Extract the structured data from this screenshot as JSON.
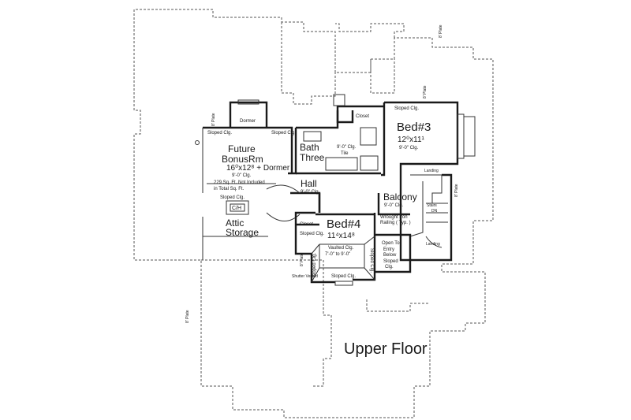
{
  "plan_title": "Upper Floor",
  "rooms": {
    "bonus": {
      "name_line1": "Future",
      "name_line2": "BonusRm",
      "dims": "16⁰x12⁸ + Dormer",
      "ceiling": "9'-0\" Clg.",
      "note_line1": "229 Sq. Ft. Not Included",
      "note_line2": "in Total Sq. Ft."
    },
    "dormer": "Dormer",
    "bath": {
      "name_line1": "Bath",
      "name_line2": "Three",
      "ceiling": "9'-0\" Clg.",
      "tile": "Tile"
    },
    "closet_top": "Closet",
    "bed3": {
      "name": "Bed#3",
      "dims": "12⁰x11¹",
      "ceiling": "9'-0\" Clg."
    },
    "hall": {
      "name": "Hall",
      "ceiling": "9'-0\" Clg."
    },
    "balcony": {
      "name": "Balcony",
      "ceiling": "9'-0\" Clg.",
      "note_line1": "Wrought Iron",
      "note_line2": "Railing ( Typ. )"
    },
    "landing_top": "Landing",
    "landing_bottom": "Landing",
    "stairs": "Stairs",
    "stairs_dir": "DN",
    "open_to_entry": {
      "line1": "Open To",
      "line2": "Entry",
      "line3": "Below",
      "line4": "Sloped",
      "line5": "Clg."
    },
    "bed4": {
      "name": "Bed#4",
      "dims": "11⁴x14⁸",
      "ceiling_line1": "Vaulted Clg.",
      "ceiling_line2": "7'-0\" to 9'-0\""
    },
    "closet_bed4": "Closet",
    "attic": {
      "line1": "Attic",
      "line2": "Storage"
    },
    "ch": "C/H"
  },
  "sloped_labels": {
    "bonus_left": "Sloped Clg.",
    "bonus_right": "Sloped Clg.",
    "bonus_bottom": "Sloped Clg.",
    "bed3_top": "Sloped Clg.",
    "bed4_closet": "Sloped Clg.",
    "bed4_left": "Sloped Clg.",
    "bed4_right": "Sloped Clg.",
    "bed4_bottom": "Sloped Clg."
  },
  "plate_notes": {
    "top_right": "8' Plate",
    "upper_right": "8' Plate",
    "left_bonus": "8' Plate",
    "mid_right": "8' Plate",
    "bed4_left": "8' Plate",
    "lower_left": "8' Plate",
    "bed4_shutter": "Shutter Vented"
  },
  "colors": {
    "line": "#1a1a1a",
    "paper": "#ffffff"
  }
}
